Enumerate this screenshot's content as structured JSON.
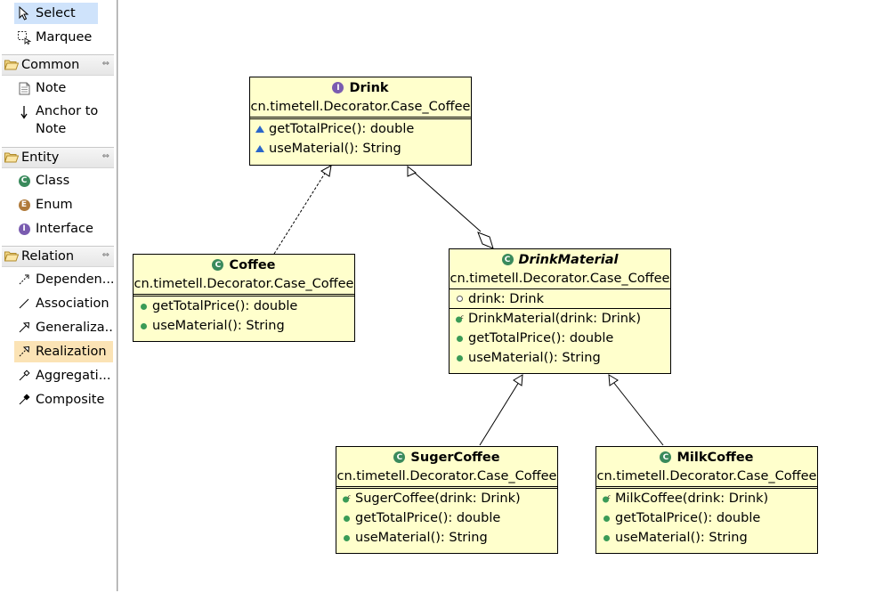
{
  "palette": {
    "tools": [
      {
        "label": "Select",
        "icon": "cursor-icon"
      },
      {
        "label": "Marquee",
        "icon": "marquee-icon"
      }
    ],
    "groups": [
      {
        "label": "Common",
        "items": [
          {
            "label": "Note",
            "icon": "note-icon"
          },
          {
            "label": "Anchor to",
            "label2": "Note",
            "icon": "anchor-icon"
          }
        ]
      },
      {
        "label": "Entity",
        "items": [
          {
            "label": "Class",
            "icon": "class-icon"
          },
          {
            "label": "Enum",
            "icon": "enum-icon"
          },
          {
            "label": "Interface",
            "icon": "interface-icon"
          }
        ]
      },
      {
        "label": "Relation",
        "items": [
          {
            "label": "Dependen...",
            "icon": "dependency-icon"
          },
          {
            "label": "Association",
            "icon": "association-icon"
          },
          {
            "label": "Generaliza...",
            "icon": "generalization-icon"
          },
          {
            "label": "Realization",
            "icon": "realization-icon"
          },
          {
            "label": "Aggregati...",
            "icon": "aggregation-icon"
          },
          {
            "label": "Composite",
            "icon": "composite-icon"
          }
        ]
      }
    ]
  },
  "colors": {
    "class_fill": "#ffffcc",
    "class_icon": "#3a8a5c",
    "interface_icon": "#7a5cb0",
    "enum_icon": "#b07a3a",
    "select_highlight": "#cfe3fb",
    "realization_highlight": "#fbe3b5"
  },
  "diagram": {
    "drink": {
      "name": "Drink",
      "kind": "interface",
      "package": "cn.timetell.Decorator.Case_Coffee",
      "methods": [
        "getTotalPrice(): double",
        "useMaterial(): String"
      ]
    },
    "coffee": {
      "name": "Coffee",
      "kind": "class",
      "package": "cn.timetell.Decorator.Case_Coffee",
      "methods": [
        "getTotalPrice(): double",
        "useMaterial(): String"
      ]
    },
    "drink_material": {
      "name": "DrinkMaterial",
      "kind": "abstract class",
      "package": "cn.timetell.Decorator.Case_Coffee",
      "fields": [
        "drink: Drink"
      ],
      "methods": [
        "DrinkMaterial(drink: Drink)",
        "getTotalPrice(): double",
        "useMaterial(): String"
      ]
    },
    "suger_coffee": {
      "name": "SugerCoffee",
      "kind": "class",
      "package": "cn.timetell.Decorator.Case_Coffee",
      "methods": [
        "SugerCoffee(drink: Drink)",
        "getTotalPrice(): double",
        "useMaterial(): String"
      ]
    },
    "milk_coffee": {
      "name": "MilkCoffee",
      "kind": "class",
      "package": "cn.timetell.Decorator.Case_Coffee",
      "methods": [
        "MilkCoffee(drink: Drink)",
        "getTotalPrice(): double",
        "useMaterial(): String"
      ]
    },
    "relations": [
      {
        "from": "Coffee",
        "to": "Drink",
        "type": "realization"
      },
      {
        "from": "DrinkMaterial",
        "to": "Drink",
        "type": "realization"
      },
      {
        "from": "DrinkMaterial",
        "to": "Drink",
        "type": "aggregation"
      },
      {
        "from": "SugerCoffee",
        "to": "DrinkMaterial",
        "type": "generalization"
      },
      {
        "from": "MilkCoffee",
        "to": "DrinkMaterial",
        "type": "generalization"
      }
    ]
  }
}
